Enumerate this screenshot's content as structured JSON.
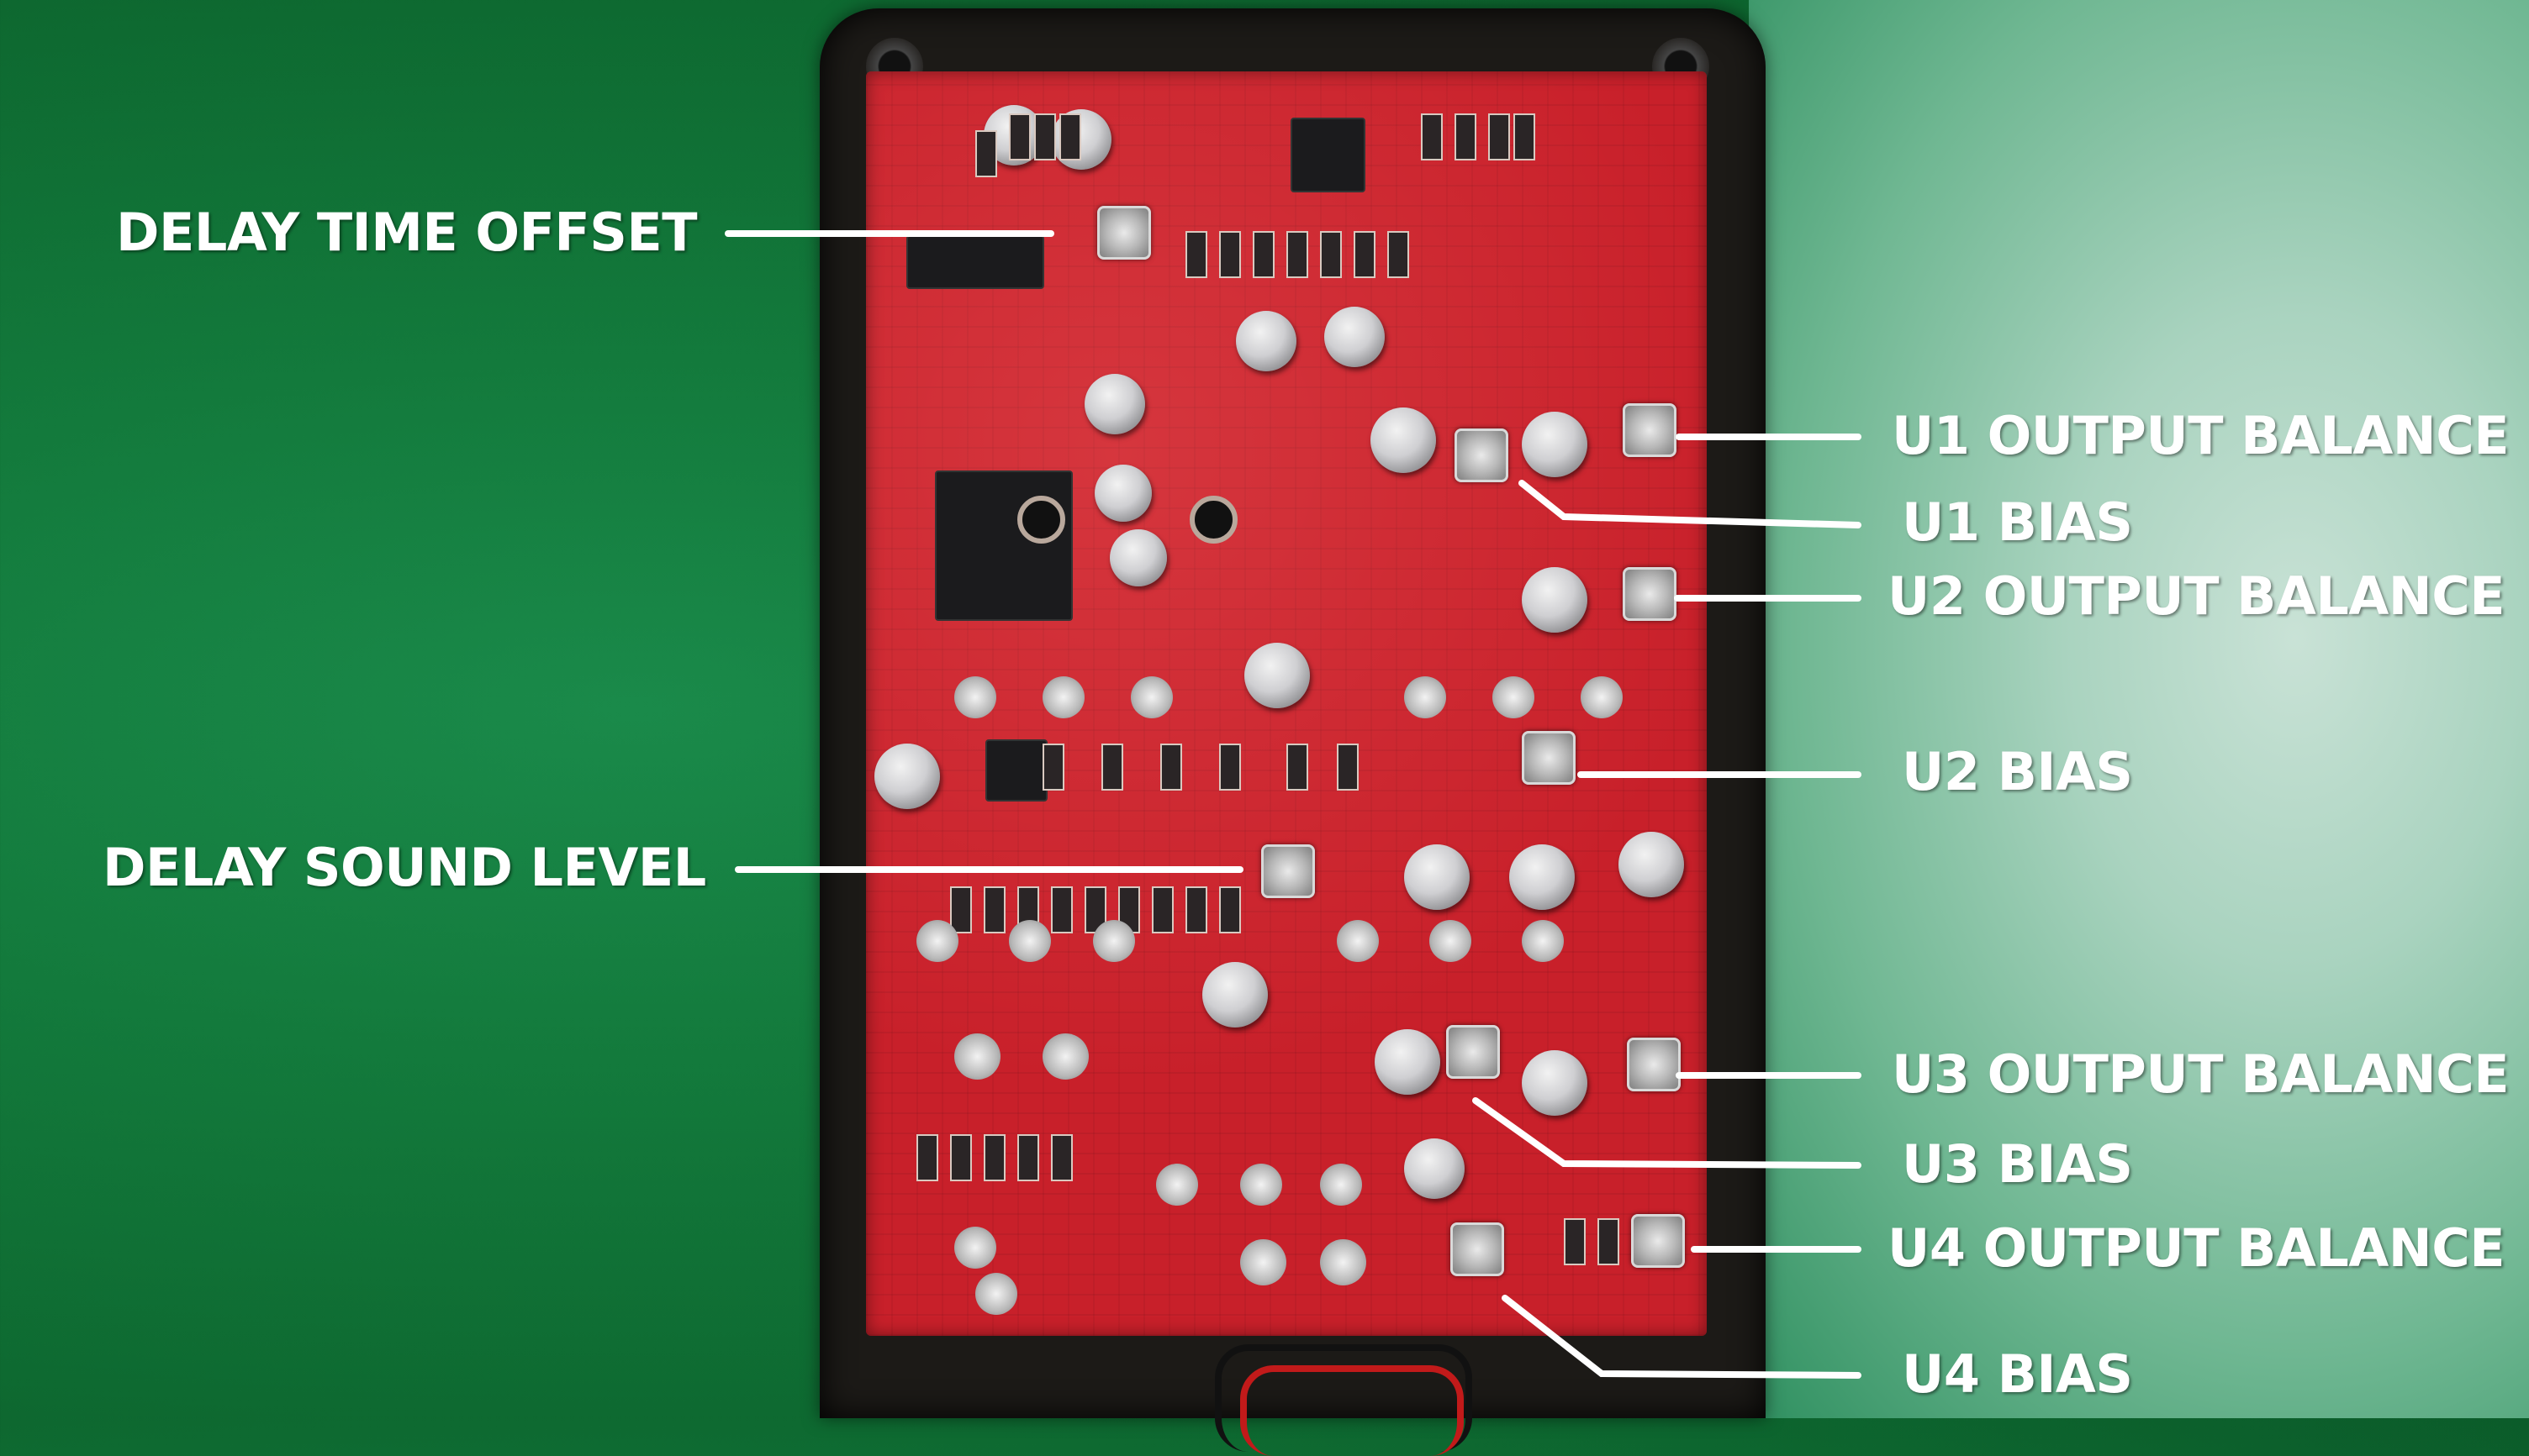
{
  "labels": {
    "delay_time_offset": "DELAY TIME OFFSET",
    "delay_sound_level": "DELAY SOUND LEVEL",
    "u1_output_balance": "U1 OUTPUT BALANCE",
    "u1_bias": "U1 BIAS",
    "u2_output_balance": "U2 OUTPUT BALANCE",
    "u2_bias": "U2 BIAS",
    "u3_output_balance": "U3 OUTPUT BALANCE",
    "u3_bias": "U3 BIAS",
    "u4_output_balance": "U4 OUTPUT BALANCE",
    "u4_bias": "U4 BIAS"
  },
  "colors": {
    "background_left": "#137a3c",
    "background_right": "#a9d3bf",
    "pcb": "#c8202a",
    "label_text": "#ffffff",
    "leader_line": "#ffffff"
  }
}
